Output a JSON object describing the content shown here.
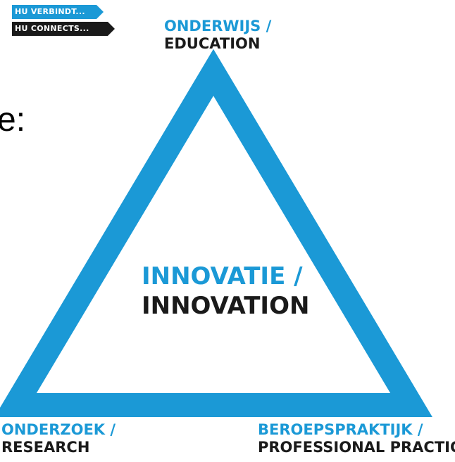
{
  "colors": {
    "accent": "#1b99d6",
    "dark": "#1a1a1a"
  },
  "badges": {
    "dutch": "HU VERBINDT...",
    "english": "HU CONNECTS..."
  },
  "text_fragment": "e:",
  "nodes": {
    "top": {
      "dutch": "ONDERWIJS /",
      "english": "EDUCATION"
    },
    "center": {
      "dutch": "INNOVATIE /",
      "english": "INNOVATION"
    },
    "bottom_left": {
      "dutch": "ONDERZOEK /",
      "english": "RESEARCH"
    },
    "bottom_right": {
      "dutch": "BEROEPSPRAKTIJK /",
      "english": "PROFESSIONAL PRACTICE"
    }
  }
}
